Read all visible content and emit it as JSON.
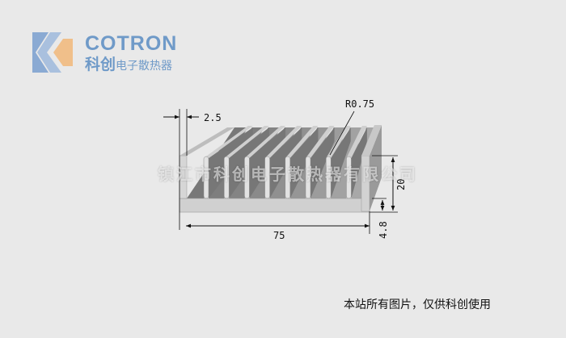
{
  "logo": {
    "brand": "COTRON",
    "cn_main": "科创",
    "cn_sub": "电子散热器"
  },
  "dimensions": {
    "wall": "2.5",
    "radius": "R0.75",
    "width": "75",
    "height": "20",
    "base": "4.8"
  },
  "watermark": "镇江市科创电子散热器有限公司",
  "footer": "本站所有图片，仅供科创使用",
  "fin_count": 8
}
